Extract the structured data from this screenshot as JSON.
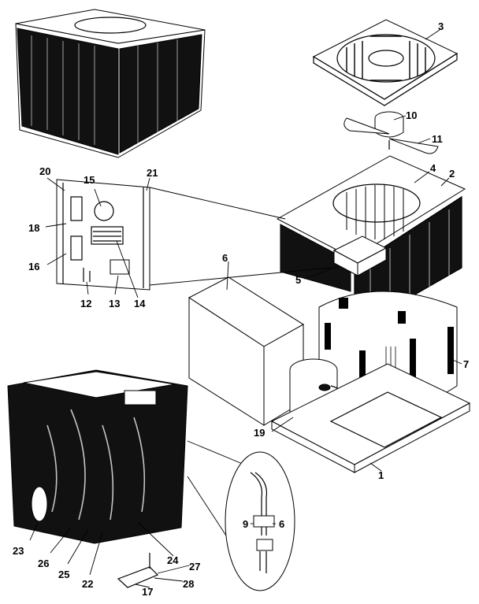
{
  "callouts": {
    "c1": "1",
    "c2": "2",
    "c3": "3",
    "c4": "4",
    "c5": "5",
    "c6": "6",
    "c6b": "6",
    "c7": "7",
    "c9": "9",
    "c10": "10",
    "c11": "11",
    "c12": "12",
    "c13": "13",
    "c14": "14",
    "c15": "15",
    "c16": "16",
    "c17": "17",
    "c18": "18",
    "c19": "19",
    "c20": "20",
    "c21": "21",
    "c22": "22",
    "c23": "23",
    "c24": "24",
    "c25": "25",
    "c26": "26",
    "c27": "27",
    "c28": "28"
  },
  "icons": {
    "assembled-unit": "isometric-condenser-unit",
    "fan-grille": "fan-grille",
    "fan-motor": "fan-motor",
    "fan-blade": "fan-blade",
    "control-box": "control-box",
    "cabinet": "cabinet-top",
    "service-panel": "service-panel",
    "coil": "coil",
    "compressor": "compressor",
    "base-pan": "base-pan",
    "interior-view": "interior-cutaway",
    "valve-detail": "service-valve"
  }
}
